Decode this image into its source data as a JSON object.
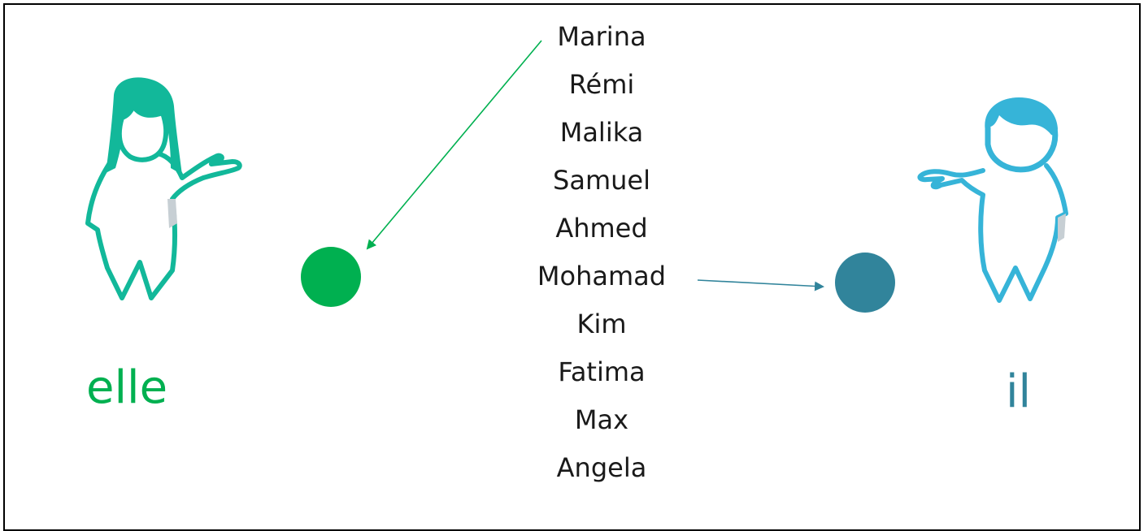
{
  "names": [
    "Marina",
    "Rémi",
    "Malika",
    "Samuel",
    "Ahmed",
    "Mohamad",
    "Kim",
    "Fatima",
    "Max",
    "Angela"
  ],
  "pronouns": {
    "feminine": "elle",
    "masculine": "il"
  },
  "colors": {
    "feminine": "#00b050",
    "feminine_figure": "#12b89a",
    "masculine": "#31849b",
    "masculine_figure": "#36b4d8",
    "text": "#1a1a1a",
    "frame": "#000000"
  },
  "figures": {
    "feminine": "girl-pointing-figure",
    "masculine": "boy-pointing-figure"
  },
  "arrows": [
    {
      "from": "Marina",
      "to": "feminine-dot"
    },
    {
      "from": "Mohamad",
      "to": "masculine-dot"
    }
  ]
}
